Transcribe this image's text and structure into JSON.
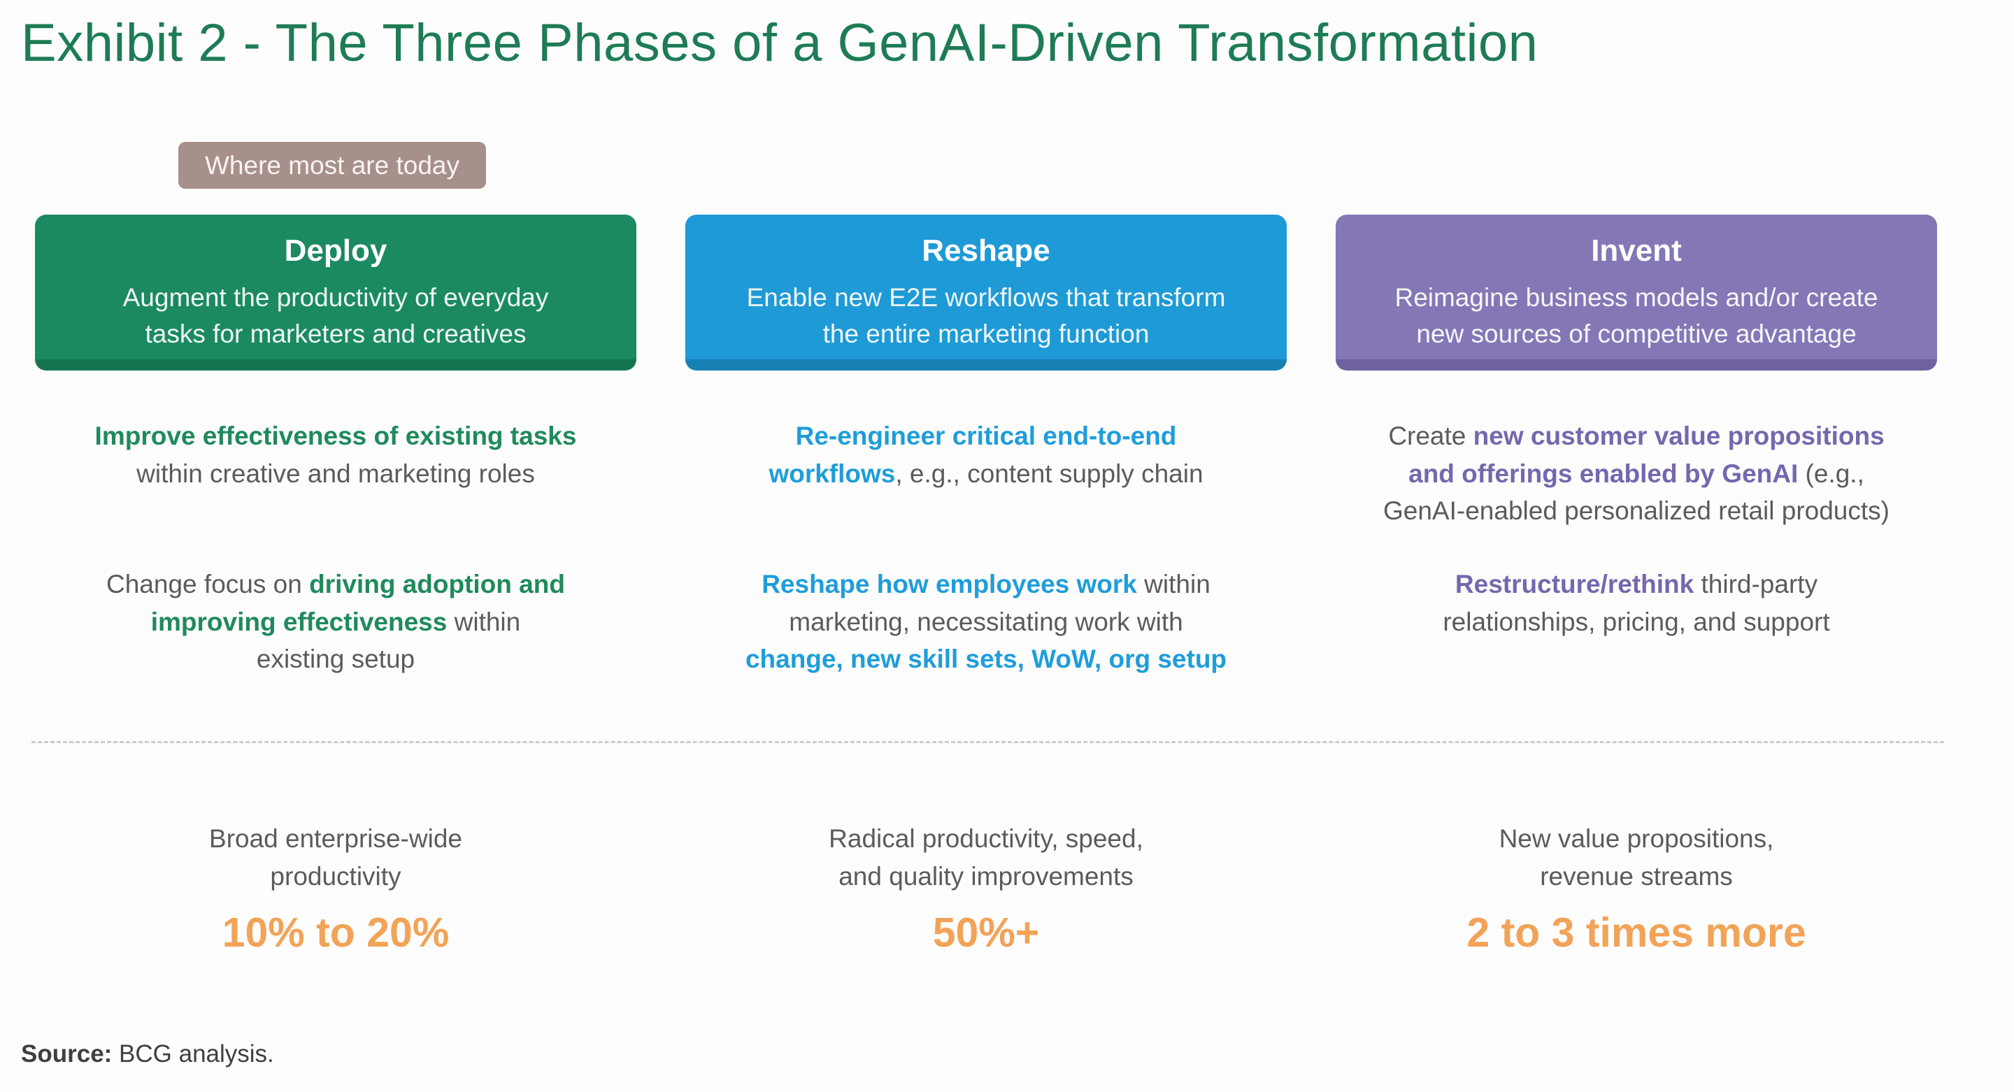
{
  "title": "Exhibit 2 - The Three Phases of a GenAI-Driven Transformation",
  "badge": "Where most are today",
  "phases": [
    {
      "key": "deploy",
      "card_title": "Deploy",
      "card_subtitle_1": "Augment the productivity of everyday",
      "card_subtitle_2": "tasks for marketers and creatives",
      "p1": [
        "Improve effectiveness of existing tasks",
        "within creative and marketing roles"
      ],
      "p2": [
        "Change focus on ",
        "driving adoption and",
        "improving effectiveness",
        " within",
        "existing setup"
      ],
      "outcome_1": "Broad enterprise-wide",
      "outcome_2": "productivity",
      "stat": "10% to 20%"
    },
    {
      "key": "reshape",
      "card_title": "Reshape",
      "card_subtitle_1": "Enable new E2E workflows that transform",
      "card_subtitle_2": "the entire marketing function",
      "p1": [
        "Re-engineer critical end-to-end",
        "workflows",
        ", e.g., content supply chain"
      ],
      "p2": [
        "Reshape how employees work",
        " within",
        "marketing, necessitating work with",
        "change, new skill sets, WoW, org setup"
      ],
      "outcome_1": "Radical productivity, speed,",
      "outcome_2": "and quality improvements",
      "stat": "50%+"
    },
    {
      "key": "invent",
      "card_title": "Invent",
      "card_subtitle_1": "Reimagine business models and/or create",
      "card_subtitle_2": "new sources of competitive advantage",
      "p1": [
        "Create ",
        "new customer value propositions",
        "and offerings enabled by GenAI",
        " (e.g.,",
        "GenAI-enabled personalized retail products)"
      ],
      "p2": [
        "Restructure/rethink",
        " third-party",
        "relationships, pricing, and support"
      ],
      "outcome_1": "New value propositions,",
      "outcome_2": "revenue streams",
      "stat": "2 to 3 times more"
    }
  ],
  "source_label": "Source:",
  "source_text": " BCG analysis.",
  "colors": {
    "title_green": "#1E7C55",
    "deploy_bg": "#1B8A60",
    "deploy_band": "#15754F",
    "reshape_bg": "#1E9AD6",
    "reshape_band": "#1780B3",
    "invent_bg": "#8577B6",
    "invent_band": "#6F61A0",
    "badge_bg": "#A8908A",
    "accent_green": "#1F8A5C",
    "accent_blue": "#1F9DDA",
    "accent_purple": "#7567AE",
    "body_gray": "#5B5B5B",
    "stat_orange": "#F2A357",
    "source_gray": "#3F3F3F",
    "divider_gray": "#CCCCCC"
  }
}
